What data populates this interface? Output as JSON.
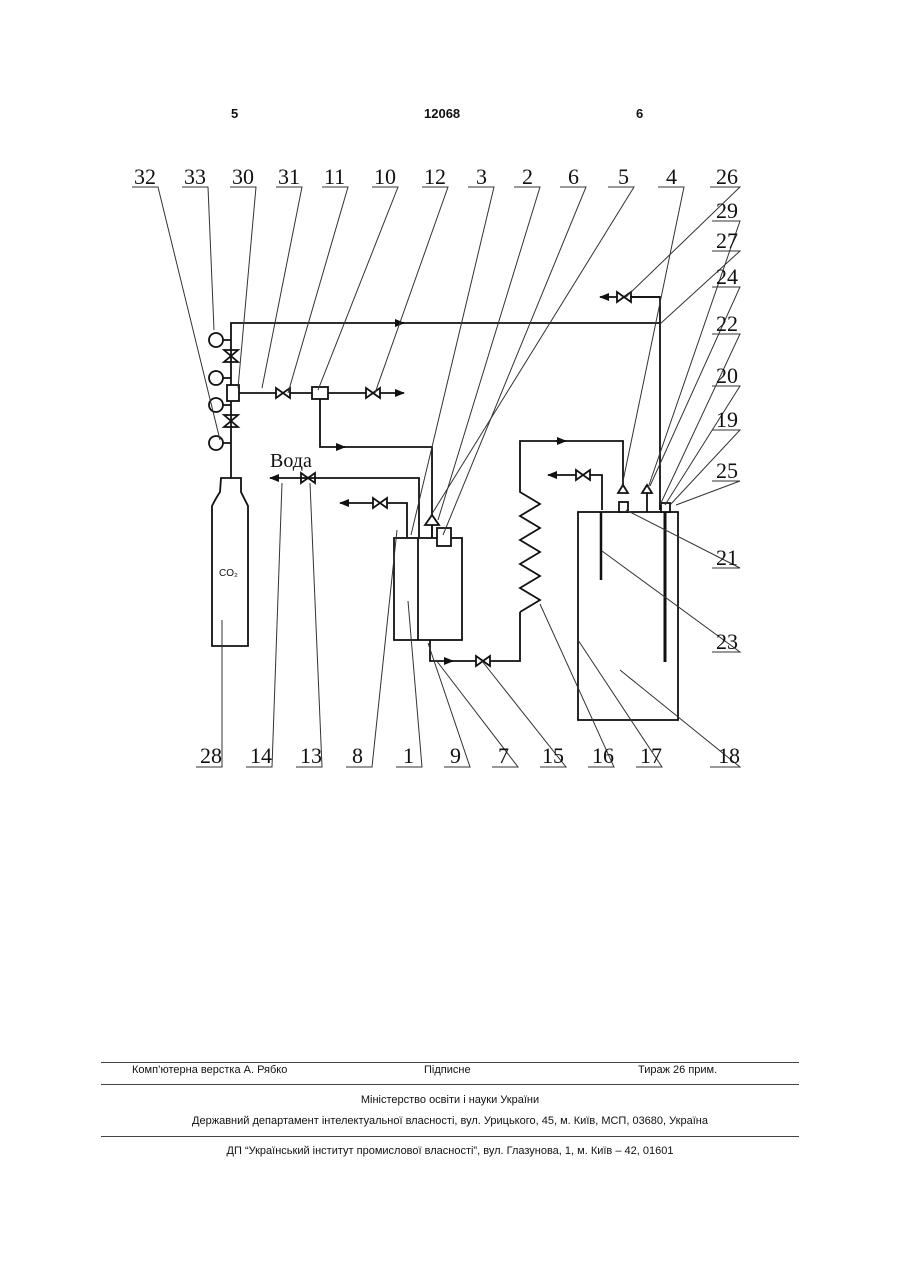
{
  "header": {
    "page_left": "5",
    "patent_number": "12068",
    "page_right": "6"
  },
  "diagram": {
    "callouts": [
      "32",
      "33",
      "30",
      "31",
      "11",
      "10",
      "12",
      "3",
      "2",
      "6",
      "5",
      "4",
      "26",
      "29",
      "27",
      "24",
      "22",
      "20",
      "19",
      "25",
      "21",
      "23",
      "28",
      "14",
      "13",
      "8",
      "1",
      "9",
      "7",
      "15",
      "16",
      "17",
      "18"
    ],
    "water_label": "Вода",
    "cylinder_label": "CO₂"
  },
  "footer": {
    "layout": "Комп’ютерна верстка А. Рябко",
    "signed": "Підписне",
    "circulation": "Тираж 26 прим.",
    "ministry": "Міністерство освіти і науки України",
    "department": "Державний департамент інтелектуальної власності, вул. Урицького, 45, м. Київ, МСП, 03680, Україна",
    "institute": "ДП “Український інститут промислової власності”, вул. Глазунова, 1, м. Київ – 42, 01601"
  }
}
